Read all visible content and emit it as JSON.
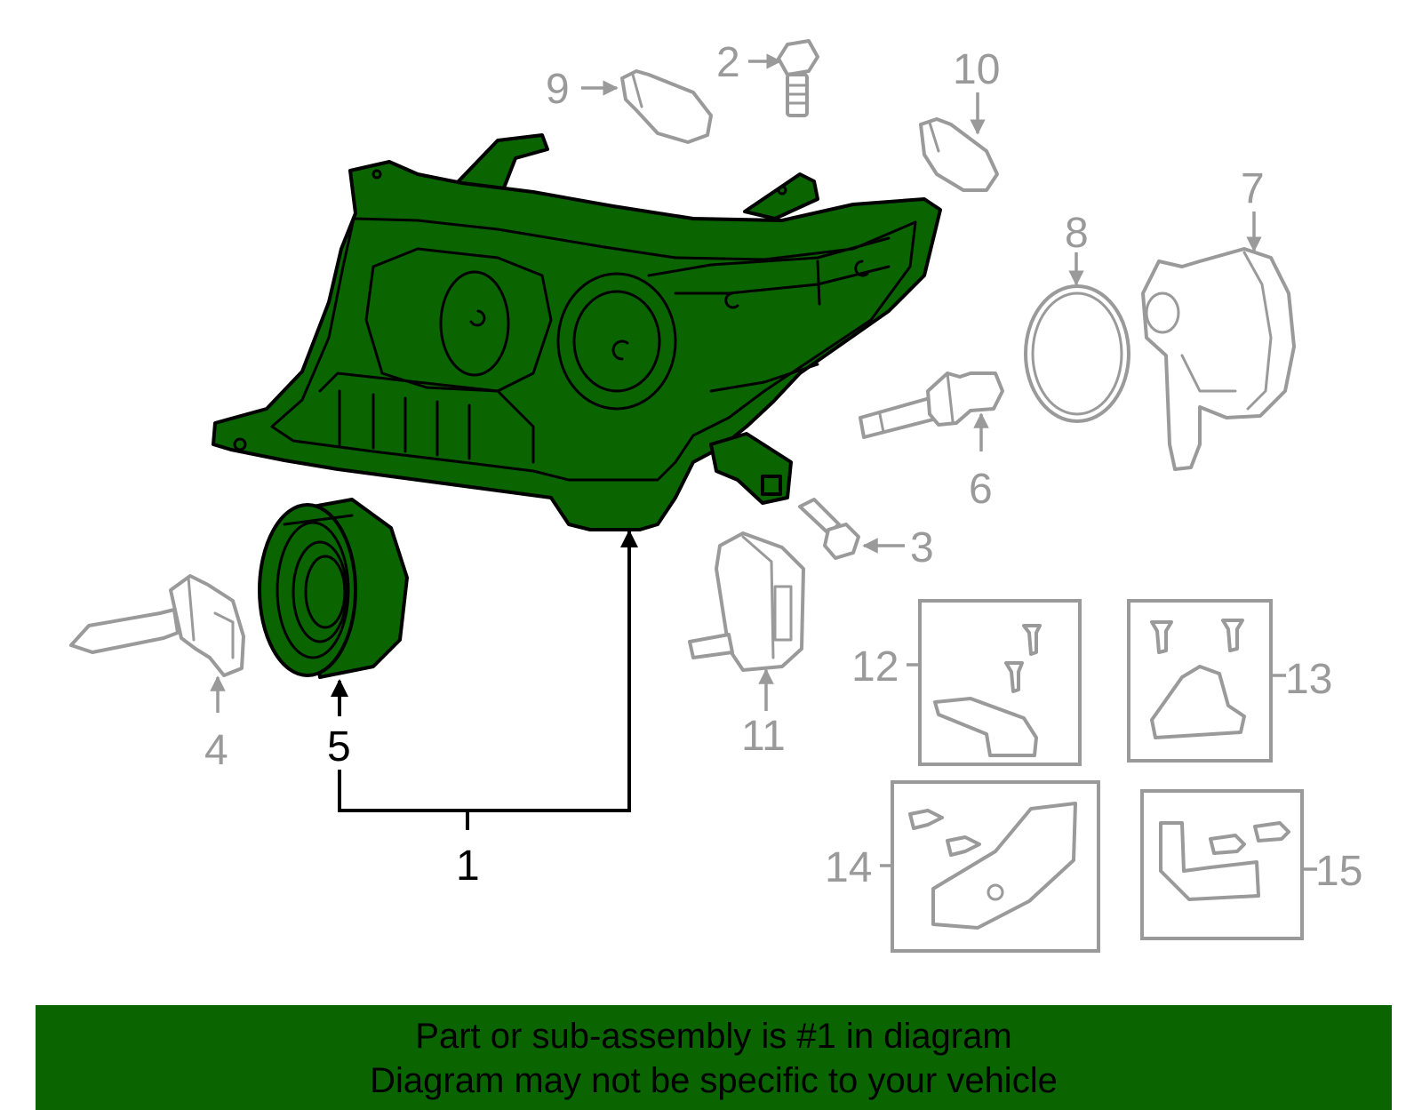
{
  "diagram": {
    "highlight_color": "#0a6400",
    "part_line_color": "#9a9a9a",
    "highlighted_parts": [
      "1",
      "5"
    ],
    "callouts": {
      "c1": "1",
      "c2": "2",
      "c3": "3",
      "c4": "4",
      "c5": "5",
      "c6": "6",
      "c7": "7",
      "c8": "8",
      "c9": "9",
      "c10": "10",
      "c11": "11",
      "c12": "12",
      "c13": "13",
      "c14": "14",
      "c15": "15"
    }
  },
  "banner": {
    "line1": "Part or sub-assembly is #1 in diagram",
    "line2": "Diagram may not be specific to your vehicle",
    "background": "#0a6400"
  }
}
